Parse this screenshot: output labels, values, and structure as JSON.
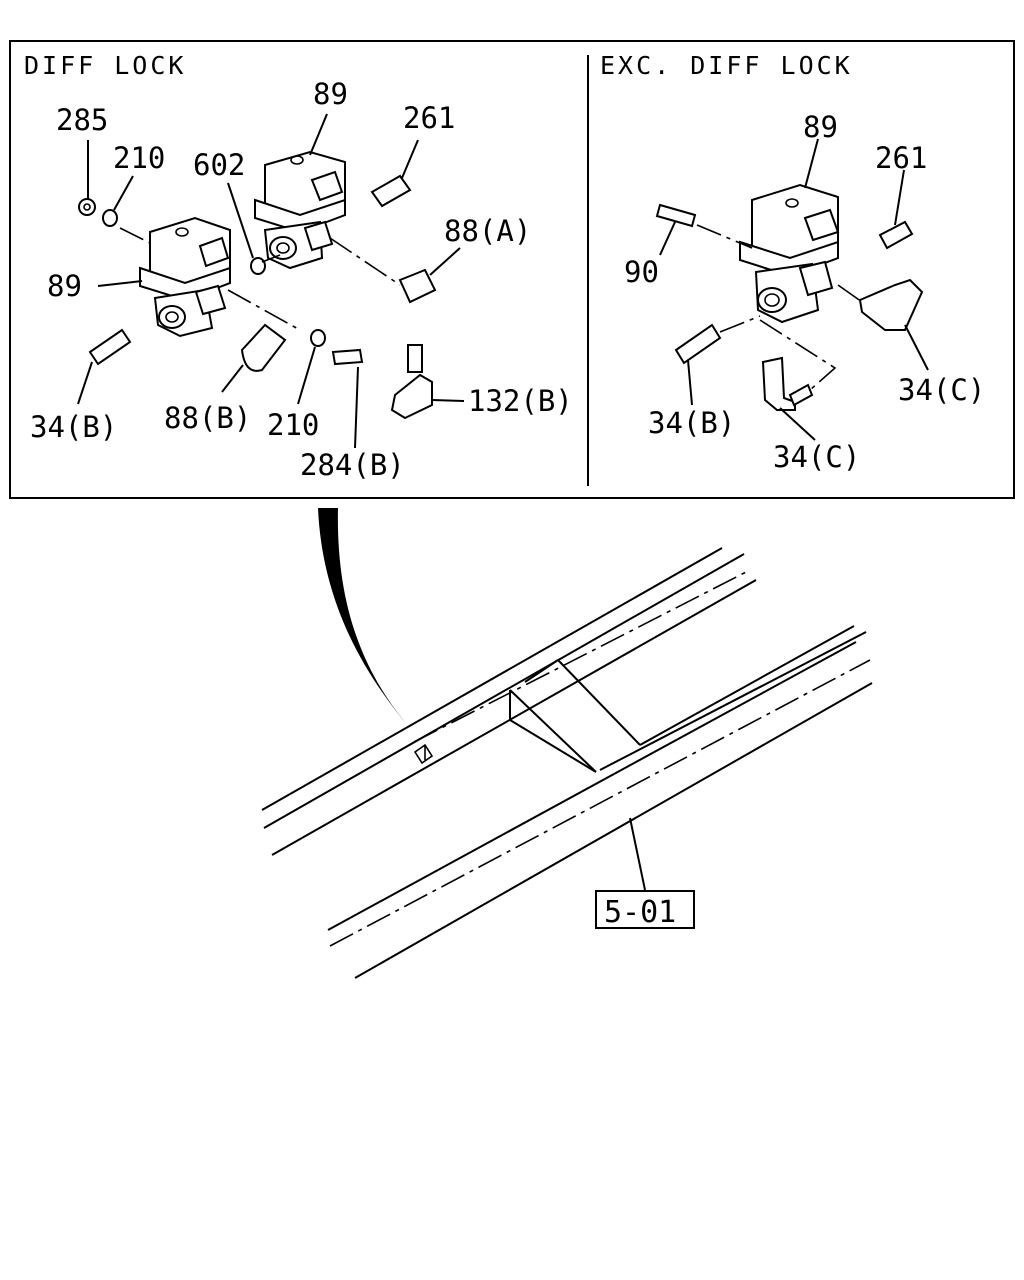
{
  "panels": {
    "left": {
      "title": "DIFF LOCK"
    },
    "right": {
      "title": "EXC. DIFF LOCK"
    }
  },
  "labels": {
    "l_285": "285",
    "l_210_top": "210",
    "l_602": "602",
    "l_89_top": "89",
    "l_261": "261",
    "l_88a": "88(A)",
    "l_89_left": "89",
    "l_132b": "132(B)",
    "l_34b": "34(B)",
    "l_88b": "88(B)",
    "l_210_bottom": "210",
    "l_284b": "284(B)",
    "r_89": "89",
    "r_261": "261",
    "r_90": "90",
    "r_34c_right": "34(C)",
    "r_34b": "34(B)",
    "r_34c_bottom": "34(C)"
  },
  "reference": {
    "label": "5-01"
  }
}
